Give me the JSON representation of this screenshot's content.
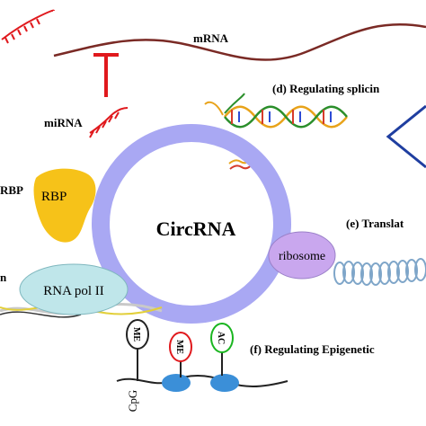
{
  "diagram": {
    "center_label": "CircRNA",
    "mrna_label": "mRNA",
    "mirna_label": "miRNA",
    "rbp_outer_label": "RBP",
    "rbp_inner_label": "RBP",
    "ribosome_label": "ribosome",
    "rna_pol_label": "RNA pol II",
    "left_edge_fragment": "n",
    "d_label": "(d) Regulating splicin",
    "e_label": "(e) Translat",
    "f_label": "(f) Regulating Epigenetic",
    "me_label_1": "ME",
    "me_label_2": "ME",
    "ac_label": "AC",
    "cpg_label": "CpG",
    "colors": {
      "circ_ring": "#a9a8f3",
      "rbp_blob": "#f6c219",
      "ribosome": "#c9a7ee",
      "rna_pol": "#bfe6ea",
      "inhibition": "#e0191d",
      "mrna_line": "#7a2a25",
      "chevron": "#1f3ea0",
      "me_red": "#e0191d",
      "ac_green": "#19b51f",
      "nucleosome": "#3b8fd8"
    }
  }
}
